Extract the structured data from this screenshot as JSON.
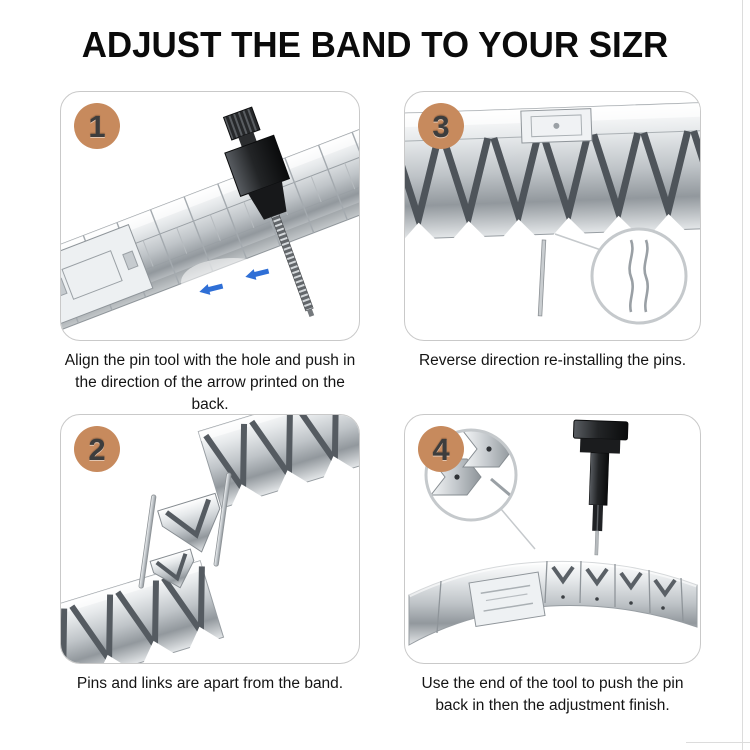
{
  "page": {
    "title": "ADJUST THE BAND TO YOUR SIZR"
  },
  "colors": {
    "badge_bg": "#c78a5d",
    "badge_text": "#3d3d3d",
    "panel_border": "#c9c9c9",
    "arrow_blue": "#2f6fd6",
    "steel_light": "#e6e9eb",
    "steel_dark": "#92989d"
  },
  "steps": [
    {
      "number": "1",
      "caption": "Align the pin tool with the hole and push in the direction of the arrow printed on the back.",
      "illustration": "band-with-pin-removal-tool"
    },
    {
      "number": "3",
      "caption": "Reverse direction re-installing the pins.",
      "illustration": "band-with-pin-and-magnified-pins"
    },
    {
      "number": "2",
      "caption": "Pins and links are apart from the band.",
      "illustration": "separated-pins-and-links"
    },
    {
      "number": "4",
      "caption": "Use the end of the tool to push the pin back in then the adjustment finish.",
      "illustration": "tool-pushing-pin-back"
    }
  ]
}
